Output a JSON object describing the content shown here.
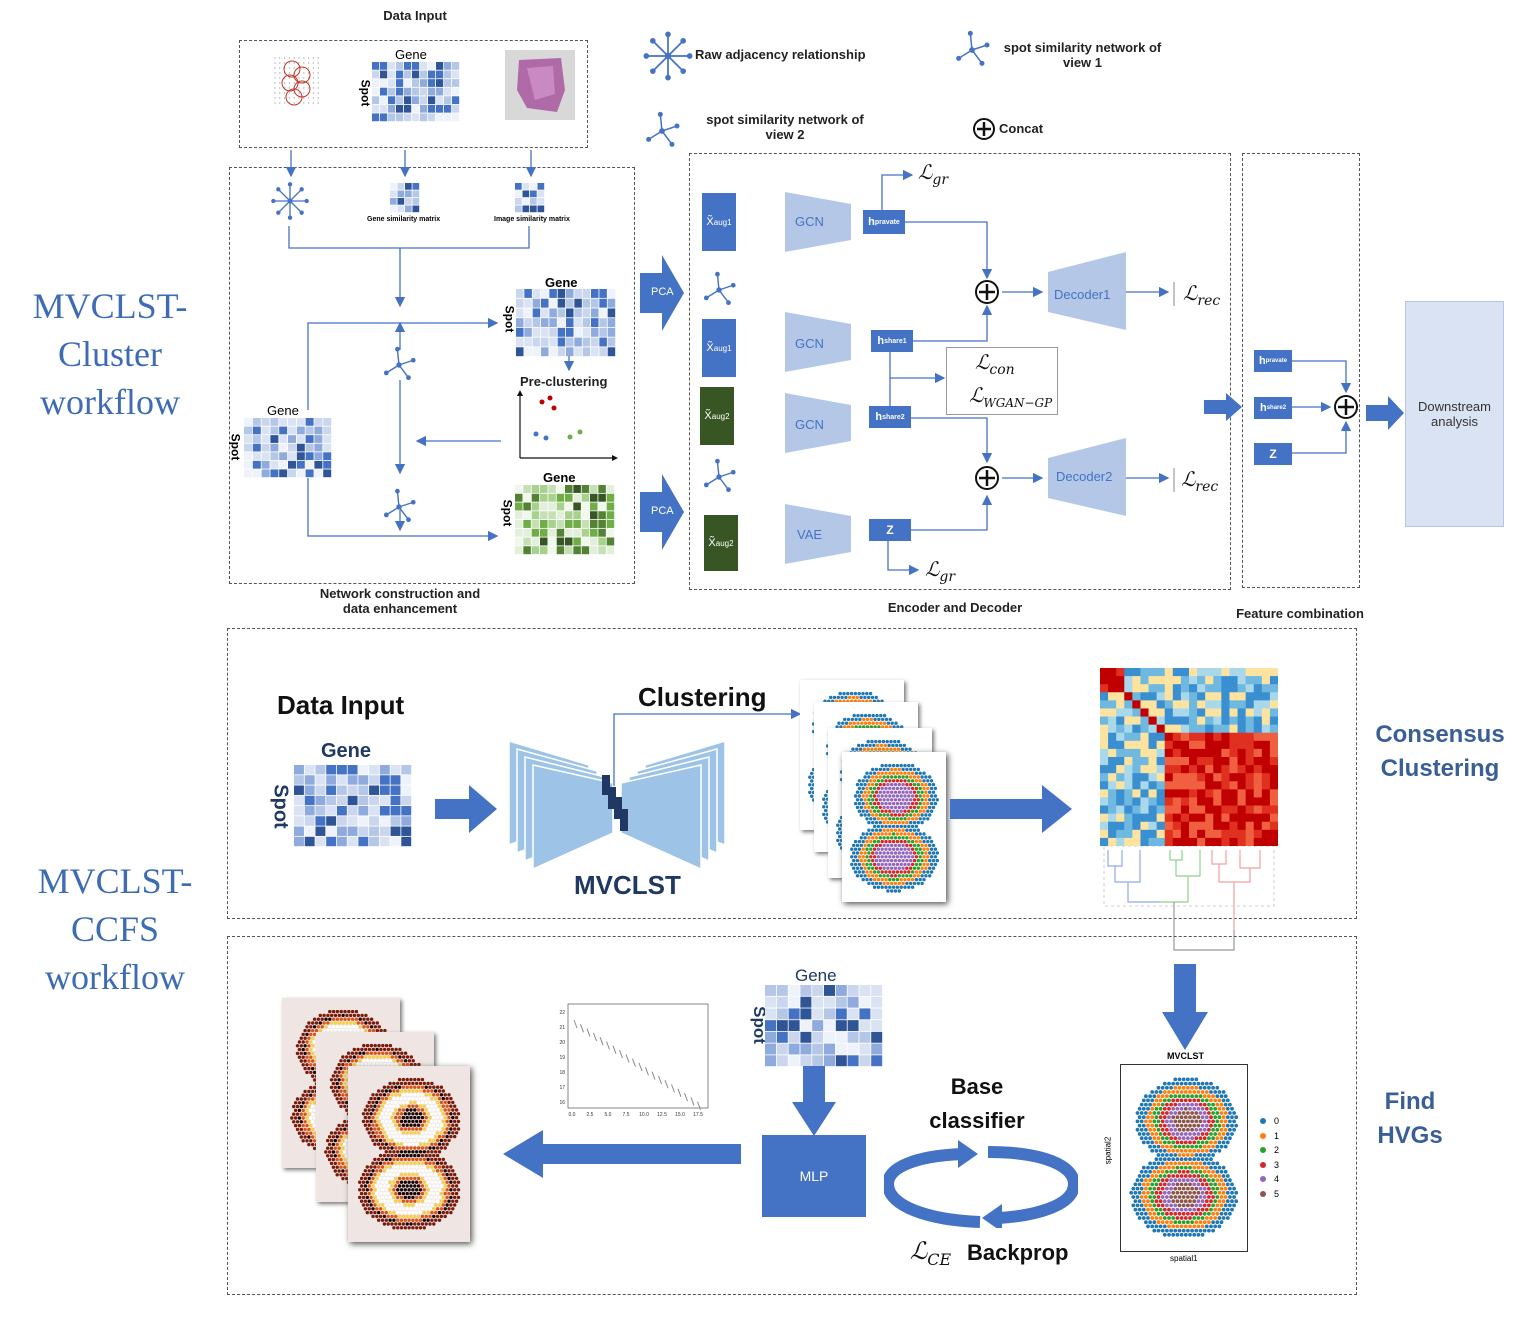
{
  "sidebar": {
    "top": [
      "MVCLST-",
      "Cluster",
      "workflow"
    ],
    "bottom": [
      "MVCLST-",
      "CCFS",
      "workflow"
    ]
  },
  "legend": {
    "raw_adjacency": "Raw adjacency relationship",
    "view1": [
      "spot similarity network of",
      "view 1"
    ],
    "view2": [
      "spot similarity network of",
      "view 2"
    ],
    "concat": "Concat"
  },
  "top": {
    "data_input": "Data Input",
    "gene": "Gene",
    "spot": "Spot",
    "gene_sim": "Gene similarity matrix",
    "image_sim": "Image similarity matrix",
    "pre_clustering": "Pre-clustering",
    "network_caption": [
      "Network construction and",
      "data enhancement"
    ],
    "pca": "PCA",
    "encoder_caption": "Encoder and Decoder",
    "feature_caption": "Feature combination",
    "x_aug1": "X̃",
    "x_aug1_sub": "aug1",
    "x_aug2_sub": "aug2",
    "gcn": "GCN",
    "vae": "VAE",
    "h_private": "h",
    "h_private_sub": "pravate",
    "h_share1_sub": "share1",
    "h_share2_sub": "share2",
    "z": "Z",
    "decoder1": "Decoder1",
    "decoder2": "Decoder2",
    "loss_gr": "ℒ",
    "loss_gr_sub": "gr",
    "loss_rec_sub": "rec",
    "loss_con_sub": "con",
    "loss_wgan_sub": "WGAN−GP",
    "downstream": [
      "Downstream",
      "analysis"
    ]
  },
  "ccfs": {
    "data_input": "Data Input",
    "gene": "Gene",
    "spot": "Spot",
    "clustering": "Clustering",
    "mvclst": "MVCLST",
    "consensus": [
      "Consensus",
      "Clustering"
    ],
    "find_hvgs": [
      "Find",
      "HVGs"
    ],
    "mlp": "MLP",
    "base_classifier": [
      "Base",
      "classifier"
    ],
    "loss_ce_sub": "CE",
    "backprop": "Backprop",
    "plot_title": "MVCLST",
    "plot_xlabel": "spatial1",
    "plot_ylabel": "spatial2",
    "cluster_legend": [
      {
        "label": "0",
        "color": "#1f77b4"
      },
      {
        "label": "1",
        "color": "#ff7f0e"
      },
      {
        "label": "2",
        "color": "#2ca02c"
      },
      {
        "label": "3",
        "color": "#d62728"
      },
      {
        "label": "4",
        "color": "#9467bd"
      },
      {
        "label": "5",
        "color": "#8c564b"
      }
    ],
    "rank_yticks": [
      "22",
      "21",
      "20",
      "19",
      "18",
      "17",
      "16"
    ],
    "rank_xticks": [
      "0.0",
      "2.5",
      "5.0",
      "7.5",
      "10.0",
      "12.5",
      "15.0",
      "17.5"
    ]
  }
}
